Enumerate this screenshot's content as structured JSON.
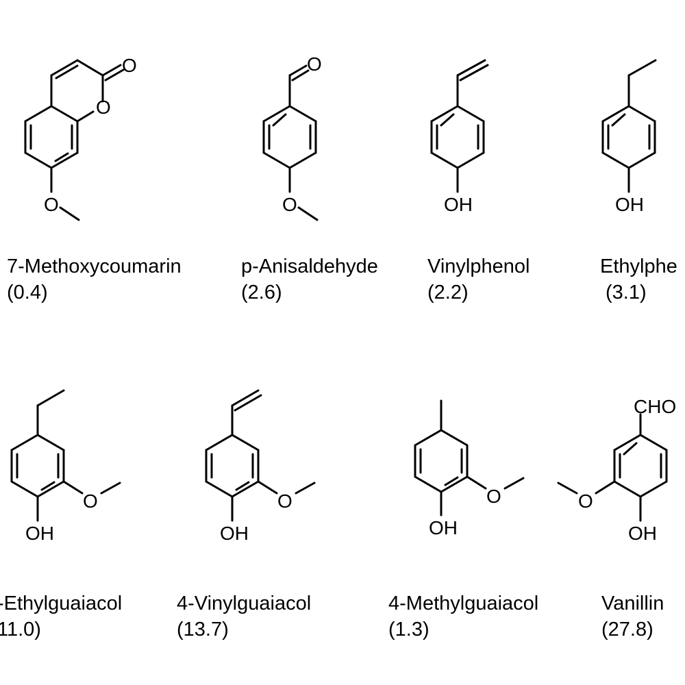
{
  "compounds": [
    {
      "id": "c1",
      "name": "7-Methoxycoumarin",
      "value": "(0.4)",
      "labels": [
        {
          "text": "O"
        },
        {
          "text": "O"
        },
        {
          "text": "O"
        }
      ]
    },
    {
      "id": "c2",
      "name": "p-Anisaldehyde",
      "value": "(2.6)",
      "labels": [
        {
          "text": "O"
        },
        {
          "text": "O"
        }
      ]
    },
    {
      "id": "c3",
      "name": "Vinylphenol",
      "value": "(2.2)",
      "labels": [
        {
          "text": "OH"
        }
      ]
    },
    {
      "id": "c4",
      "name": "Ethylphe",
      "value": "(3.1)",
      "labels": [
        {
          "text": "OH"
        }
      ]
    },
    {
      "id": "c5",
      "name": "-Ethylguaiacol",
      "value": "11.0)",
      "labels": [
        {
          "text": "O"
        },
        {
          "text": "OH"
        }
      ]
    },
    {
      "id": "c6",
      "name": "4-Vinylguaiacol",
      "value": "(13.7)",
      "labels": [
        {
          "text": "O"
        },
        {
          "text": "OH"
        }
      ]
    },
    {
      "id": "c7",
      "name": "4-Methylguaiacol",
      "value": "(1.3)",
      "labels": [
        {
          "text": "O"
        },
        {
          "text": "OH"
        }
      ]
    },
    {
      "id": "c8",
      "name": "Vanillin",
      "value": "(27.8)",
      "labels": [
        {
          "text": "CHO"
        },
        {
          "text": "O"
        },
        {
          "text": "OH"
        }
      ]
    }
  ]
}
